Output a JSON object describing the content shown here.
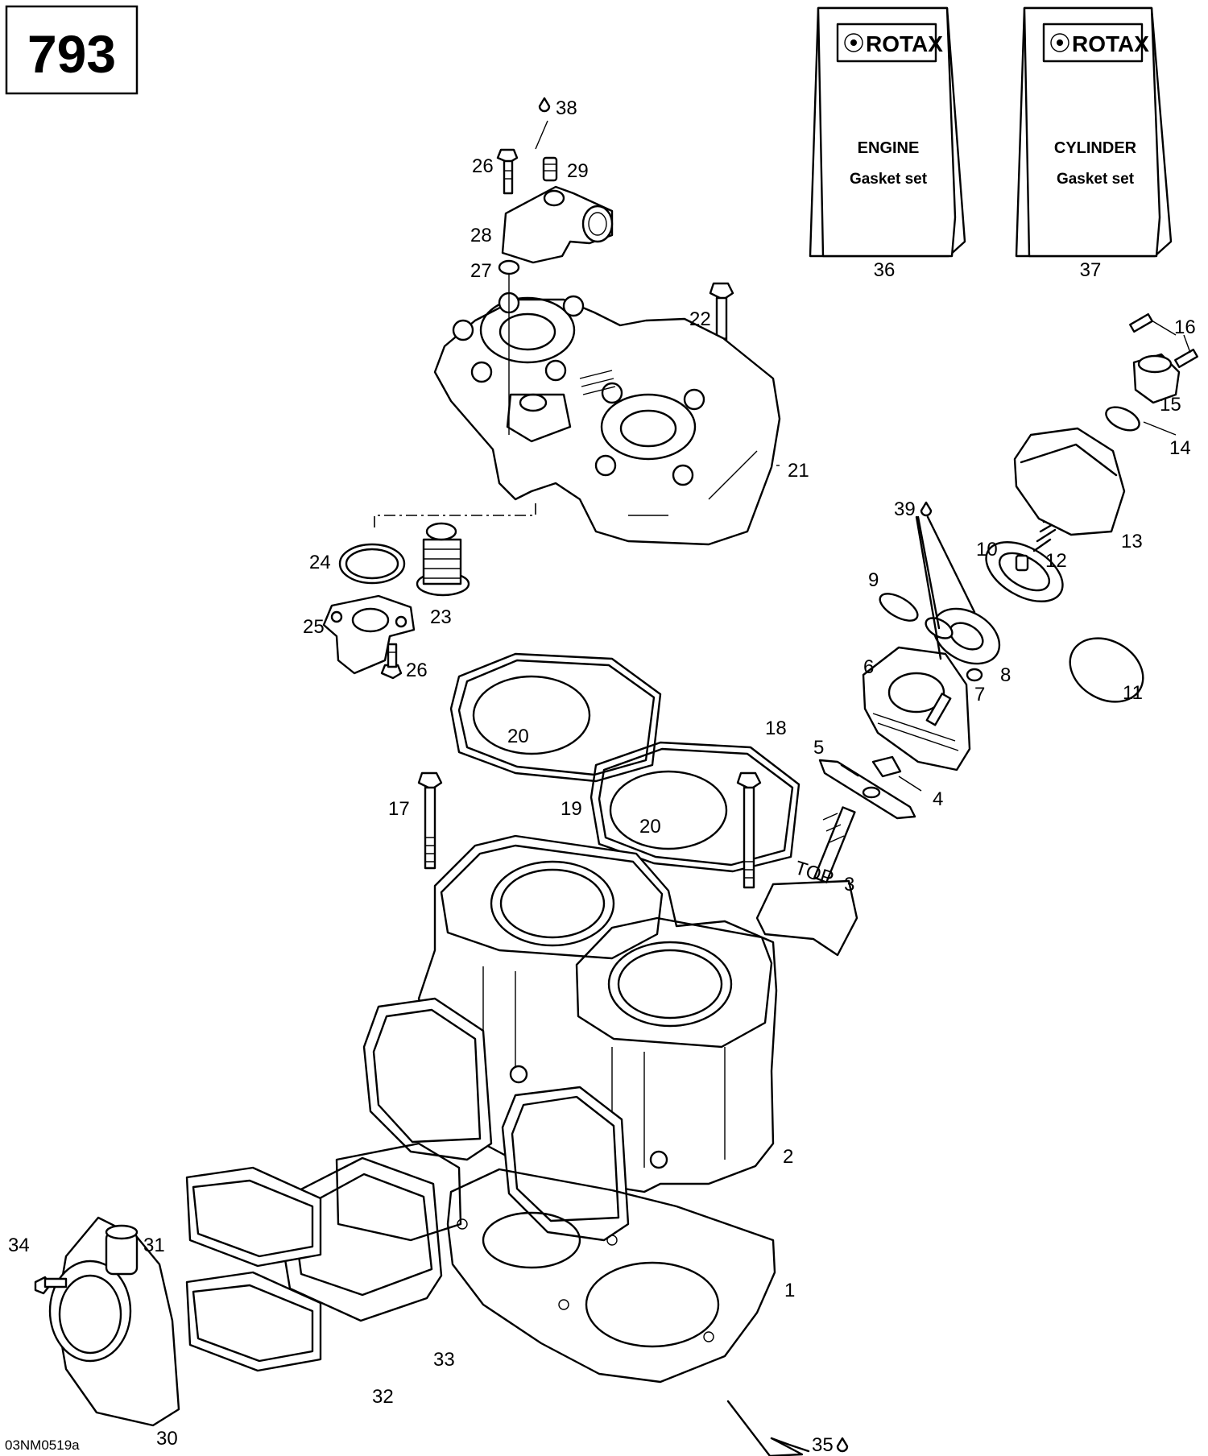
{
  "page_number": "793",
  "drawing_code": "03NM0519a",
  "kits": [
    {
      "brand": "ROTAX",
      "title": "ENGINE",
      "subtitle": "Gasket set",
      "ref": "36"
    },
    {
      "brand": "ROTAX",
      "title": "CYLINDER",
      "subtitle": "Gasket set",
      "ref": "37"
    }
  ],
  "callouts": {
    "c1": "1",
    "c2": "2",
    "c3": "3",
    "c4": "4",
    "c5": "5",
    "c6": "6",
    "c7": "7",
    "c8": "8",
    "c9": "9",
    "c10": "10",
    "c11": "11",
    "c12": "12",
    "c13": "13",
    "c14": "14",
    "c15": "15",
    "c16": "16",
    "c17": "17",
    "c18": "18",
    "c19": "19",
    "c20a": "20",
    "c20b": "20",
    "c21": "21",
    "c22": "22",
    "c23": "23",
    "c24": "24",
    "c25": "25",
    "c26a": "26",
    "c26b": "26",
    "c27": "27",
    "c28": "28",
    "c29": "29",
    "c30": "30",
    "c31": "31",
    "c32": "32",
    "c33": "33",
    "c34": "34",
    "c35": "35",
    "c38": "38",
    "c39": "39"
  },
  "part_labels": {
    "piston_mark": "TOP"
  }
}
